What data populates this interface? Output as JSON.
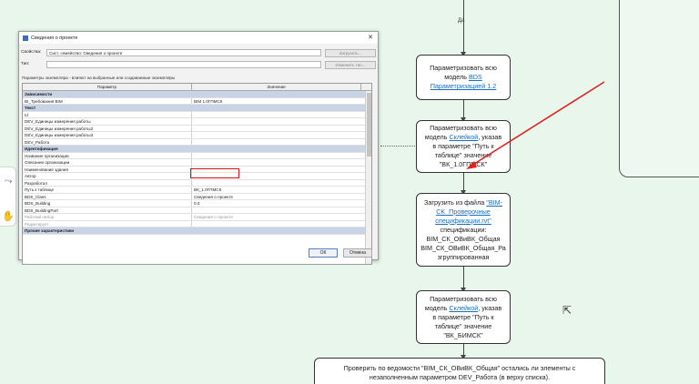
{
  "flow": {
    "yes_label": "Да",
    "box1": {
      "pre": "Параметризовать всю модель ",
      "link": "BDS Параметризацией 1.2",
      "post": ""
    },
    "box2": {
      "pre": "Параметризовать всю модель ",
      "link": "Склейкой",
      "post": ", указав в параметре \"Путь к таблице\" значение \"ВК_1.0ГПМСК\""
    },
    "box3": {
      "pre": "Загрузить из файла ",
      "link": "\"BIM-CK_Проверочные спецификации.rvt\"",
      "post": " спецификации: BIM_СК_ОВиВК_Общая BIM_СК_ОВиВК_Общая_Ра згруппированная"
    },
    "box4": {
      "pre": "Параметризовать всю модель ",
      "link": "Склейкой",
      "post": ", указав в параметре \"Путь к таблице\" значение \"ВК_БИМСК\""
    },
    "box5": {
      "text": "Проверить по ведомости \"BIM_СК_ОВиВК_Общая\" остались ли элементы с незаполненным параметром DEV_Работа (в верху списка)."
    }
  },
  "toolbar": {
    "icons": [
      "connector-icon",
      "hand-icon"
    ]
  },
  "dialog": {
    "title": "Сведения о проекте",
    "close": "✕",
    "row_props_label": "Свойства:",
    "row_props_value": "Сист. семейство: Сведения о проекте",
    "load_button": "Загрузить...",
    "row_type_label": "Тип:",
    "edit_type_button": "Изменить тип...",
    "subtitle": "Параметры экземпляра - влияют на выбранные или создаваемые экземпляры",
    "columns": [
      "Параметр",
      "Значение"
    ],
    "rows": [
      {
        "group": true,
        "name": "Зависимости"
      },
      {
        "name": "BI_Требования BIM",
        "value": "BIM 1.0ГПМСК"
      },
      {
        "group": true,
        "name": "Текст"
      },
      {
        "name": "Id",
        "value": ""
      },
      {
        "name": "DEV_Единицы измерения работы",
        "value": ""
      },
      {
        "name": "DEV_Единицы измерения работы2",
        "value": ""
      },
      {
        "name": "DEV_Единицы измерения работы3",
        "value": ""
      },
      {
        "name": "DEV_Работа",
        "value": ""
      },
      {
        "group": true,
        "name": "Идентификация"
      },
      {
        "name": "Название организации",
        "value": ""
      },
      {
        "name": "Описание организации",
        "value": ""
      },
      {
        "name": "Наименование здания",
        "value": ""
      },
      {
        "name": "Автор",
        "value": ""
      },
      {
        "name": "Разработал",
        "value": ""
      },
      {
        "name": "Путь к таблице",
        "value": "ВК_1.0ГПМСК"
      },
      {
        "name": "BDS_Class",
        "value": "Сведения о проекте"
      },
      {
        "name": "BDS_Building",
        "value": "0.0"
      },
      {
        "name": "BDS_BuildingPart",
        "value": ""
      },
      {
        "name": "Рабочий набор",
        "value": "Сведения о проекте",
        "dim": true
      },
      {
        "name": "Редактирует",
        "value": "",
        "dim": true
      },
      {
        "group": true,
        "name": "Прочие характеристики"
      }
    ],
    "ok_button": "ОК",
    "cancel_button": "Отмена"
  },
  "colors": {
    "canvas": "#e9f6ec",
    "accent_link": "#1a6ec0",
    "highlight": "#dd1111",
    "arrow": "#d22"
  }
}
